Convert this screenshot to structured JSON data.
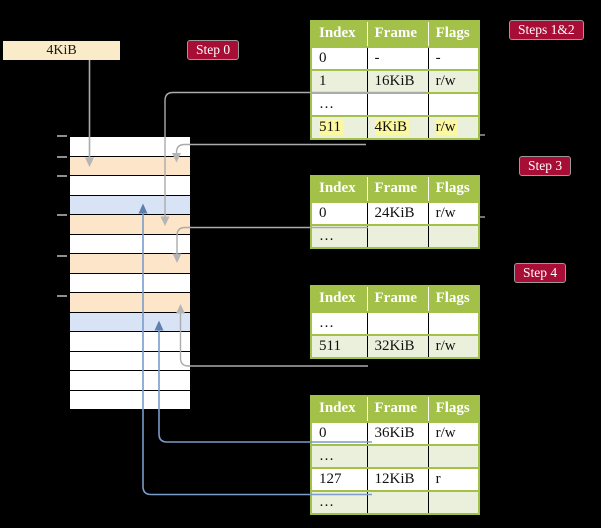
{
  "diagram_title": "page-table-translation-steps",
  "colors": {
    "background": "#000000",
    "table_header_green": "#A3C049",
    "table_row_green": "#EAF0DC",
    "cell_peach": "#FDE5CA",
    "cell_blue": "#D8E4F5",
    "frame_box_cream": "#FAECC8",
    "highlight_yellow": "#FCF8A0",
    "badge_red": "#A80D35",
    "gray_line": "#ABABAB",
    "blue_line": "#7B9BC8"
  },
  "frame_box": {
    "label": "4KiB"
  },
  "badges": {
    "step0": "Step 0",
    "steps12": "Steps 1&2",
    "step3": "Step 3",
    "step4": "Step 4"
  },
  "memory_column": {
    "cells": [
      "white",
      "peach",
      "white",
      "blue",
      "peach",
      "white",
      "peach",
      "white",
      "peach",
      "blue",
      "white",
      "white",
      "white",
      "white"
    ]
  },
  "tables": [
    {
      "id": "table-steps-1-2",
      "headers": [
        "Index",
        "Frame",
        "Flags"
      ],
      "rows": [
        {
          "cells": [
            "0",
            "-",
            "-"
          ],
          "shaded": false,
          "highlight": false
        },
        {
          "cells": [
            "1",
            "16KiB",
            "r/w"
          ],
          "shaded": true,
          "highlight": false
        },
        {
          "cells": [
            "…",
            "",
            ""
          ],
          "shaded": false,
          "highlight": false
        },
        {
          "cells": [
            "511",
            "4KiB",
            "r/w"
          ],
          "shaded": true,
          "highlight": true
        }
      ]
    },
    {
      "id": "table-step-3",
      "headers": [
        "Index",
        "Frame",
        "Flags"
      ],
      "rows": [
        {
          "cells": [
            "0",
            "24KiB",
            "r/w"
          ],
          "shaded": false,
          "highlight": false
        },
        {
          "cells": [
            "…",
            "",
            ""
          ],
          "shaded": true,
          "highlight": false
        }
      ]
    },
    {
      "id": "table-step-4",
      "headers": [
        "Index",
        "Frame",
        "Flags"
      ],
      "rows": [
        {
          "cells": [
            "…",
            "",
            ""
          ],
          "shaded": false,
          "highlight": false
        },
        {
          "cells": [
            "511",
            "32KiB",
            "r/w"
          ],
          "shaded": true,
          "highlight": false
        }
      ]
    },
    {
      "id": "table-final",
      "headers": [
        "Index",
        "Frame",
        "Flags"
      ],
      "rows": [
        {
          "cells": [
            "0",
            "36KiB",
            "r/w"
          ],
          "shaded": false,
          "highlight": false
        },
        {
          "cells": [
            "…",
            "",
            ""
          ],
          "shaded": true,
          "highlight": false
        },
        {
          "cells": [
            "127",
            "12KiB",
            "r"
          ],
          "shaded": false,
          "highlight": false
        },
        {
          "cells": [
            "…",
            "",
            ""
          ],
          "shaded": true,
          "highlight": false
        }
      ]
    }
  ]
}
